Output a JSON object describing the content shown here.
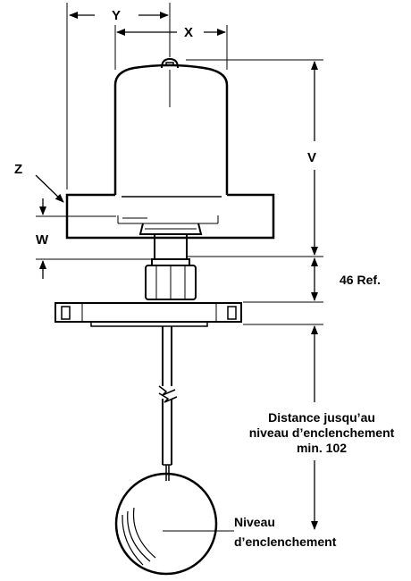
{
  "labels": {
    "y": "Y",
    "x": "X",
    "v": "V",
    "z": "Z",
    "w": "W",
    "ref": "46 Ref.",
    "distance_line1": "Distance jusqu’au",
    "distance_line2": "niveau d’enclenchement",
    "distance_line3": "min. 102",
    "niveau_line1": "Niveau",
    "niveau_line2": "d’enclenchement"
  }
}
